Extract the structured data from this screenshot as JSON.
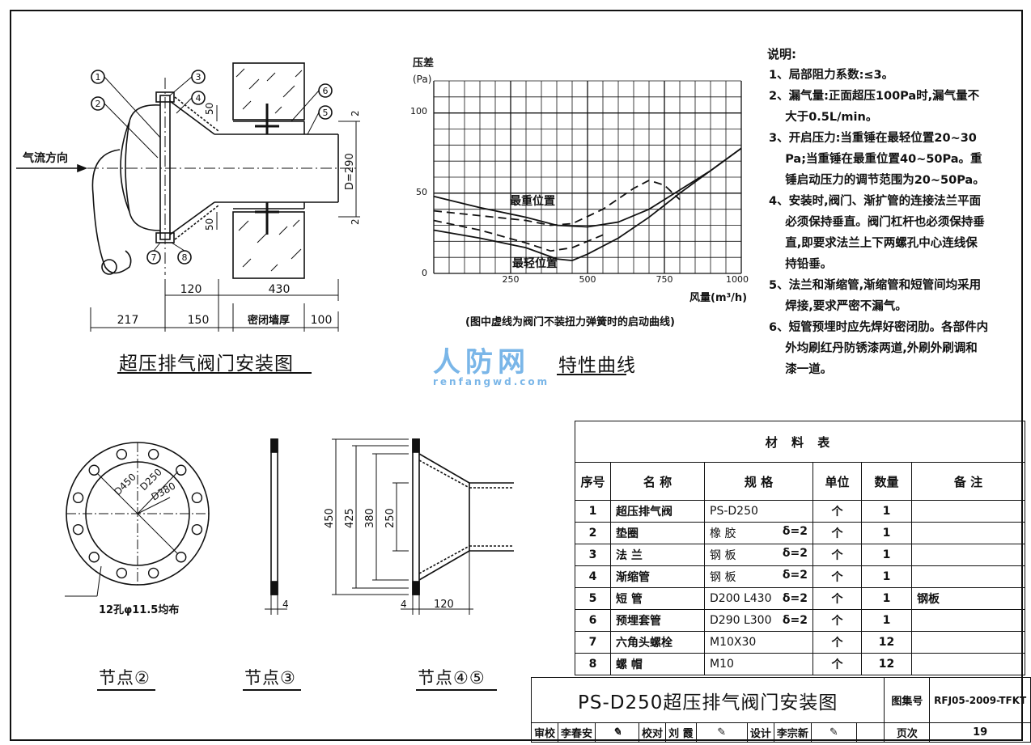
{
  "install": {
    "title": "超压排气阀门安装图",
    "airflow": "气流方向",
    "callouts": [
      "1",
      "2",
      "3",
      "4",
      "5",
      "6",
      "7",
      "8"
    ],
    "dim_top_120": "120",
    "dim_top_430": "430",
    "dim_217": "217",
    "dim_150": "150",
    "dim_wall": "密闭墙厚",
    "dim_100": "100",
    "dim_50a": "50",
    "dim_50b": "50",
    "dim_2a": "2",
    "dim_2b": "2",
    "dim_D": "D=290"
  },
  "chart": {
    "title": "特性曲线",
    "ylabel1": "压差",
    "ylabel2": "(Pa)",
    "xlabel": "风量(m³/h)",
    "heavy_label": "最重位置",
    "light_label": "最轻位置",
    "caption": "(图中虚线为阀门不装扭力弹簧时的启动曲线)",
    "xticks": [
      "250",
      "500",
      "750",
      "1000"
    ],
    "yticks": [
      "100",
      "50",
      "0"
    ]
  },
  "chart_data": {
    "type": "line",
    "title": "特性曲线",
    "xlabel": "风量(m³/h)",
    "ylabel": "压差(Pa)",
    "xlim": [
      0,
      1000
    ],
    "ylim": [
      0,
      120
    ],
    "grid": true,
    "series": [
      {
        "name": "最重位置",
        "style": "solid",
        "x": [
          0,
          150,
          300,
          400,
          500,
          600,
          700,
          800,
          900,
          1000
        ],
        "y": [
          48,
          41,
          35,
          30,
          29,
          32,
          40,
          52,
          64,
          78
        ]
      },
      {
        "name": "最轻位置",
        "style": "solid",
        "x": [
          0,
          150,
          300,
          400,
          450,
          500,
          600,
          700,
          800,
          900,
          1000
        ],
        "y": [
          27,
          22,
          16,
          9,
          8,
          12,
          22,
          35,
          50,
          64,
          78
        ]
      },
      {
        "name": "最重位置",
        "style": "dashed",
        "x": [
          0,
          150,
          300,
          380,
          450,
          550,
          650,
          700,
          750,
          800
        ],
        "y": [
          39,
          36,
          33,
          30,
          31,
          40,
          53,
          58,
          55,
          46
        ]
      },
      {
        "name": "最轻位置",
        "style": "dashed",
        "x": [
          0,
          150,
          300,
          380,
          450,
          550
        ],
        "y": [
          33,
          27,
          19,
          14,
          16,
          24
        ]
      }
    ]
  },
  "notes": {
    "title": "说明:",
    "lines": [
      "1、局部阻力系数:≤3。",
      "2、漏气量:正面超压100Pa时,漏气量不",
      "    大于0.5L/min。",
      "3、开启压力:当重锤在最轻位置20~30",
      "    Pa;当重锤在最重位置40~50Pa。重",
      "    锤启动压力的调节范围为20~50Pa。",
      "4、安装时,阀门、渐扩管的连接法兰平面",
      "    必须保持垂直。阀门杠杆也必须保持垂",
      "    直,即要求法兰上下两螺孔中心连线保",
      "    持铅垂。",
      "5、法兰和渐缩管,渐缩管和短管间均采用",
      "    焊接,要求严密不漏气。",
      "6、短管预埋时应先焊好密闭肋。各部件内",
      "    外均刷红丹防锈漆两道,外刷外刷调和",
      "    漆一道。"
    ]
  },
  "node2": {
    "label": "节点②",
    "d450": "D450",
    "d250": "D250",
    "d380": "D380",
    "holes": "12孔φ11.5均布"
  },
  "node3": {
    "label": "节点③",
    "dim4": "4"
  },
  "node45": {
    "label": "节点④⑤",
    "d450": "450",
    "d425": "425",
    "d380": "380",
    "d250": "250",
    "dim4": "4",
    "dim120": "120"
  },
  "materials": {
    "caption": "材 料 表",
    "headers": [
      "序号",
      "名 称",
      "规 格",
      "单位",
      "数量",
      "备 注"
    ],
    "rows": [
      {
        "no": "1",
        "name": "超压排气阀",
        "spec": "PS-D250",
        "delta": "",
        "unit": "个",
        "qty": "1",
        "remark": ""
      },
      {
        "no": "2",
        "name": "垫圈",
        "spec": "橡 胶",
        "delta": "δ=2",
        "unit": "个",
        "qty": "1",
        "remark": ""
      },
      {
        "no": "3",
        "name": "法 兰",
        "spec": "钢 板",
        "delta": "δ=2",
        "unit": "个",
        "qty": "1",
        "remark": ""
      },
      {
        "no": "4",
        "name": "渐缩管",
        "spec": "钢 板",
        "delta": "δ=2",
        "unit": "个",
        "qty": "1",
        "remark": ""
      },
      {
        "no": "5",
        "name": "短 管",
        "spec": "D200 L430",
        "delta": "δ=2",
        "unit": "个",
        "qty": "1",
        "remark": "钢板"
      },
      {
        "no": "6",
        "name": "预埋套管",
        "spec": "D290 L300",
        "delta": "δ=2",
        "unit": "个",
        "qty": "1",
        "remark": ""
      },
      {
        "no": "7",
        "name": "六角头螺栓",
        "spec": "M10X30",
        "delta": "",
        "unit": "个",
        "qty": "12",
        "remark": ""
      },
      {
        "no": "8",
        "name": "螺 帽",
        "spec": "M10",
        "delta": "",
        "unit": "个",
        "qty": "12",
        "remark": ""
      }
    ]
  },
  "titleblock": {
    "title": "PS-D250超压排气阀门安装图",
    "atlas_label": "图集号",
    "atlas_no": "RFJ05-2009-TFKT",
    "review": "审校",
    "review_name": "李春安",
    "check": "校对",
    "check_name": "刘 霞",
    "design": "设计",
    "design_name": "李宗新",
    "page_label": "页次",
    "page_no": "19"
  },
  "watermark": {
    "main": "人防网",
    "sub": "renfangwd.com"
  }
}
